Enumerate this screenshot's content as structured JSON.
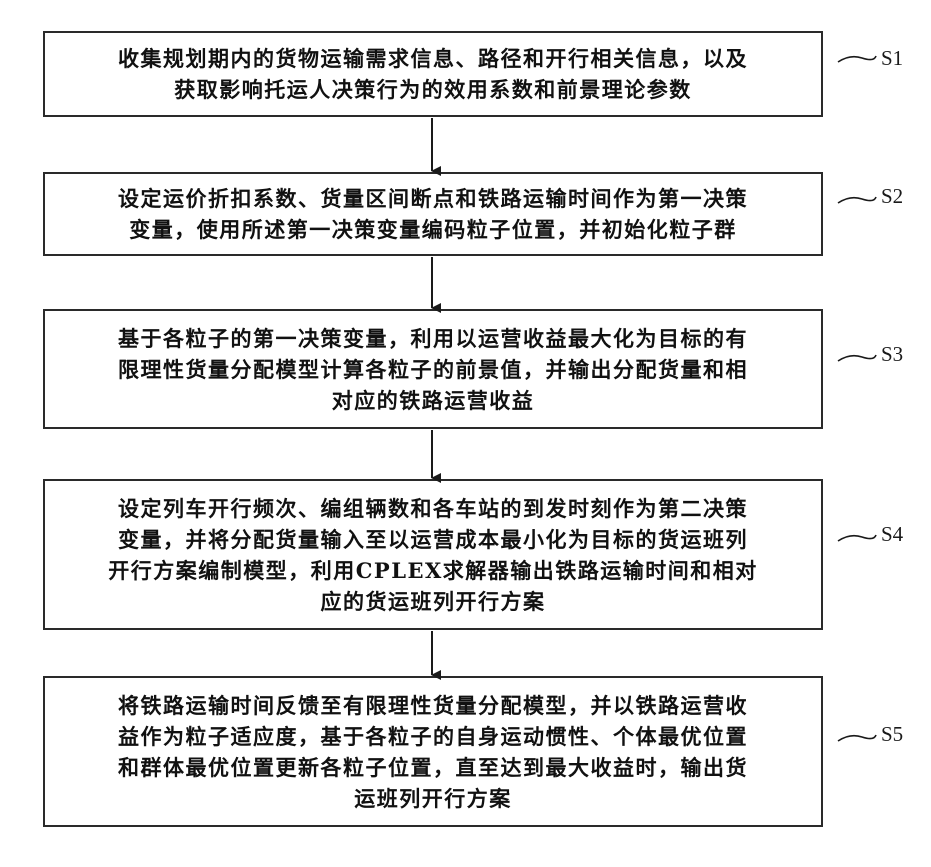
{
  "flowchart": {
    "steps": [
      {
        "label": "S1",
        "text": "收集规划期内的货物运输需求信息、路径和开行相关信息，以及\n获取影响托运人决策行为的效用系数和前景理论参数"
      },
      {
        "label": "S2",
        "text": "设定运价折扣系数、货量区间断点和铁路运输时间作为第一决策\n变量，使用所述第一决策变量编码粒子位置，并初始化粒子群"
      },
      {
        "label": "S3",
        "text": "基于各粒子的第一决策变量，利用以运营收益最大化为目标的有\n限理性货量分配模型计算各粒子的前景值，并输出分配货量和相\n对应的铁路运营收益"
      },
      {
        "label": "S4",
        "text": "设定列车开行频次、编组辆数和各车站的到发时刻作为第二决策\n变量，并将分配货量输入至以运营成本最小化为目标的货运班列\n开行方案编制模型，利用CPLEX求解器输出铁路运输时间和相对\n应的货运班列开行方案"
      },
      {
        "label": "S5",
        "text": "将铁路运输时间反馈至有限理性货量分配模型，并以铁路运营收\n益作为粒子适应度，基于各粒子的自身运动惯性、个体最优位置\n和群体最优位置更新各粒子位置，直至达到最大收益时，输出货\n运班列开行方案"
      }
    ]
  }
}
